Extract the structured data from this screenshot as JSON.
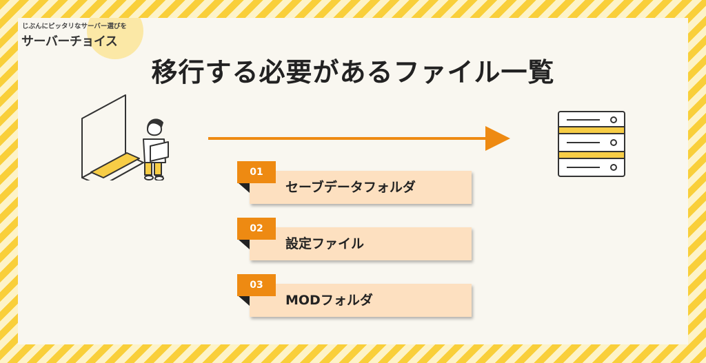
{
  "logo": {
    "tagline": "じぶんにピッタリなサーバー選びを",
    "name": "サーバーチョイス"
  },
  "title": "移行する必要があるファイル一覧",
  "items": [
    {
      "number": "01",
      "label": "セーブデータフォルダ"
    },
    {
      "number": "02",
      "label": "設定ファイル"
    },
    {
      "number": "03",
      "label": "MODフォルダ"
    }
  ],
  "icons": {
    "source": "laptop-user-icon",
    "arrow": "arrow-right-icon",
    "destination": "server-icon"
  },
  "colors": {
    "accent": "#ee8a12",
    "highlight": "#f7cd46",
    "card": "#fde0c0",
    "stripe": "#f9cf3a"
  }
}
